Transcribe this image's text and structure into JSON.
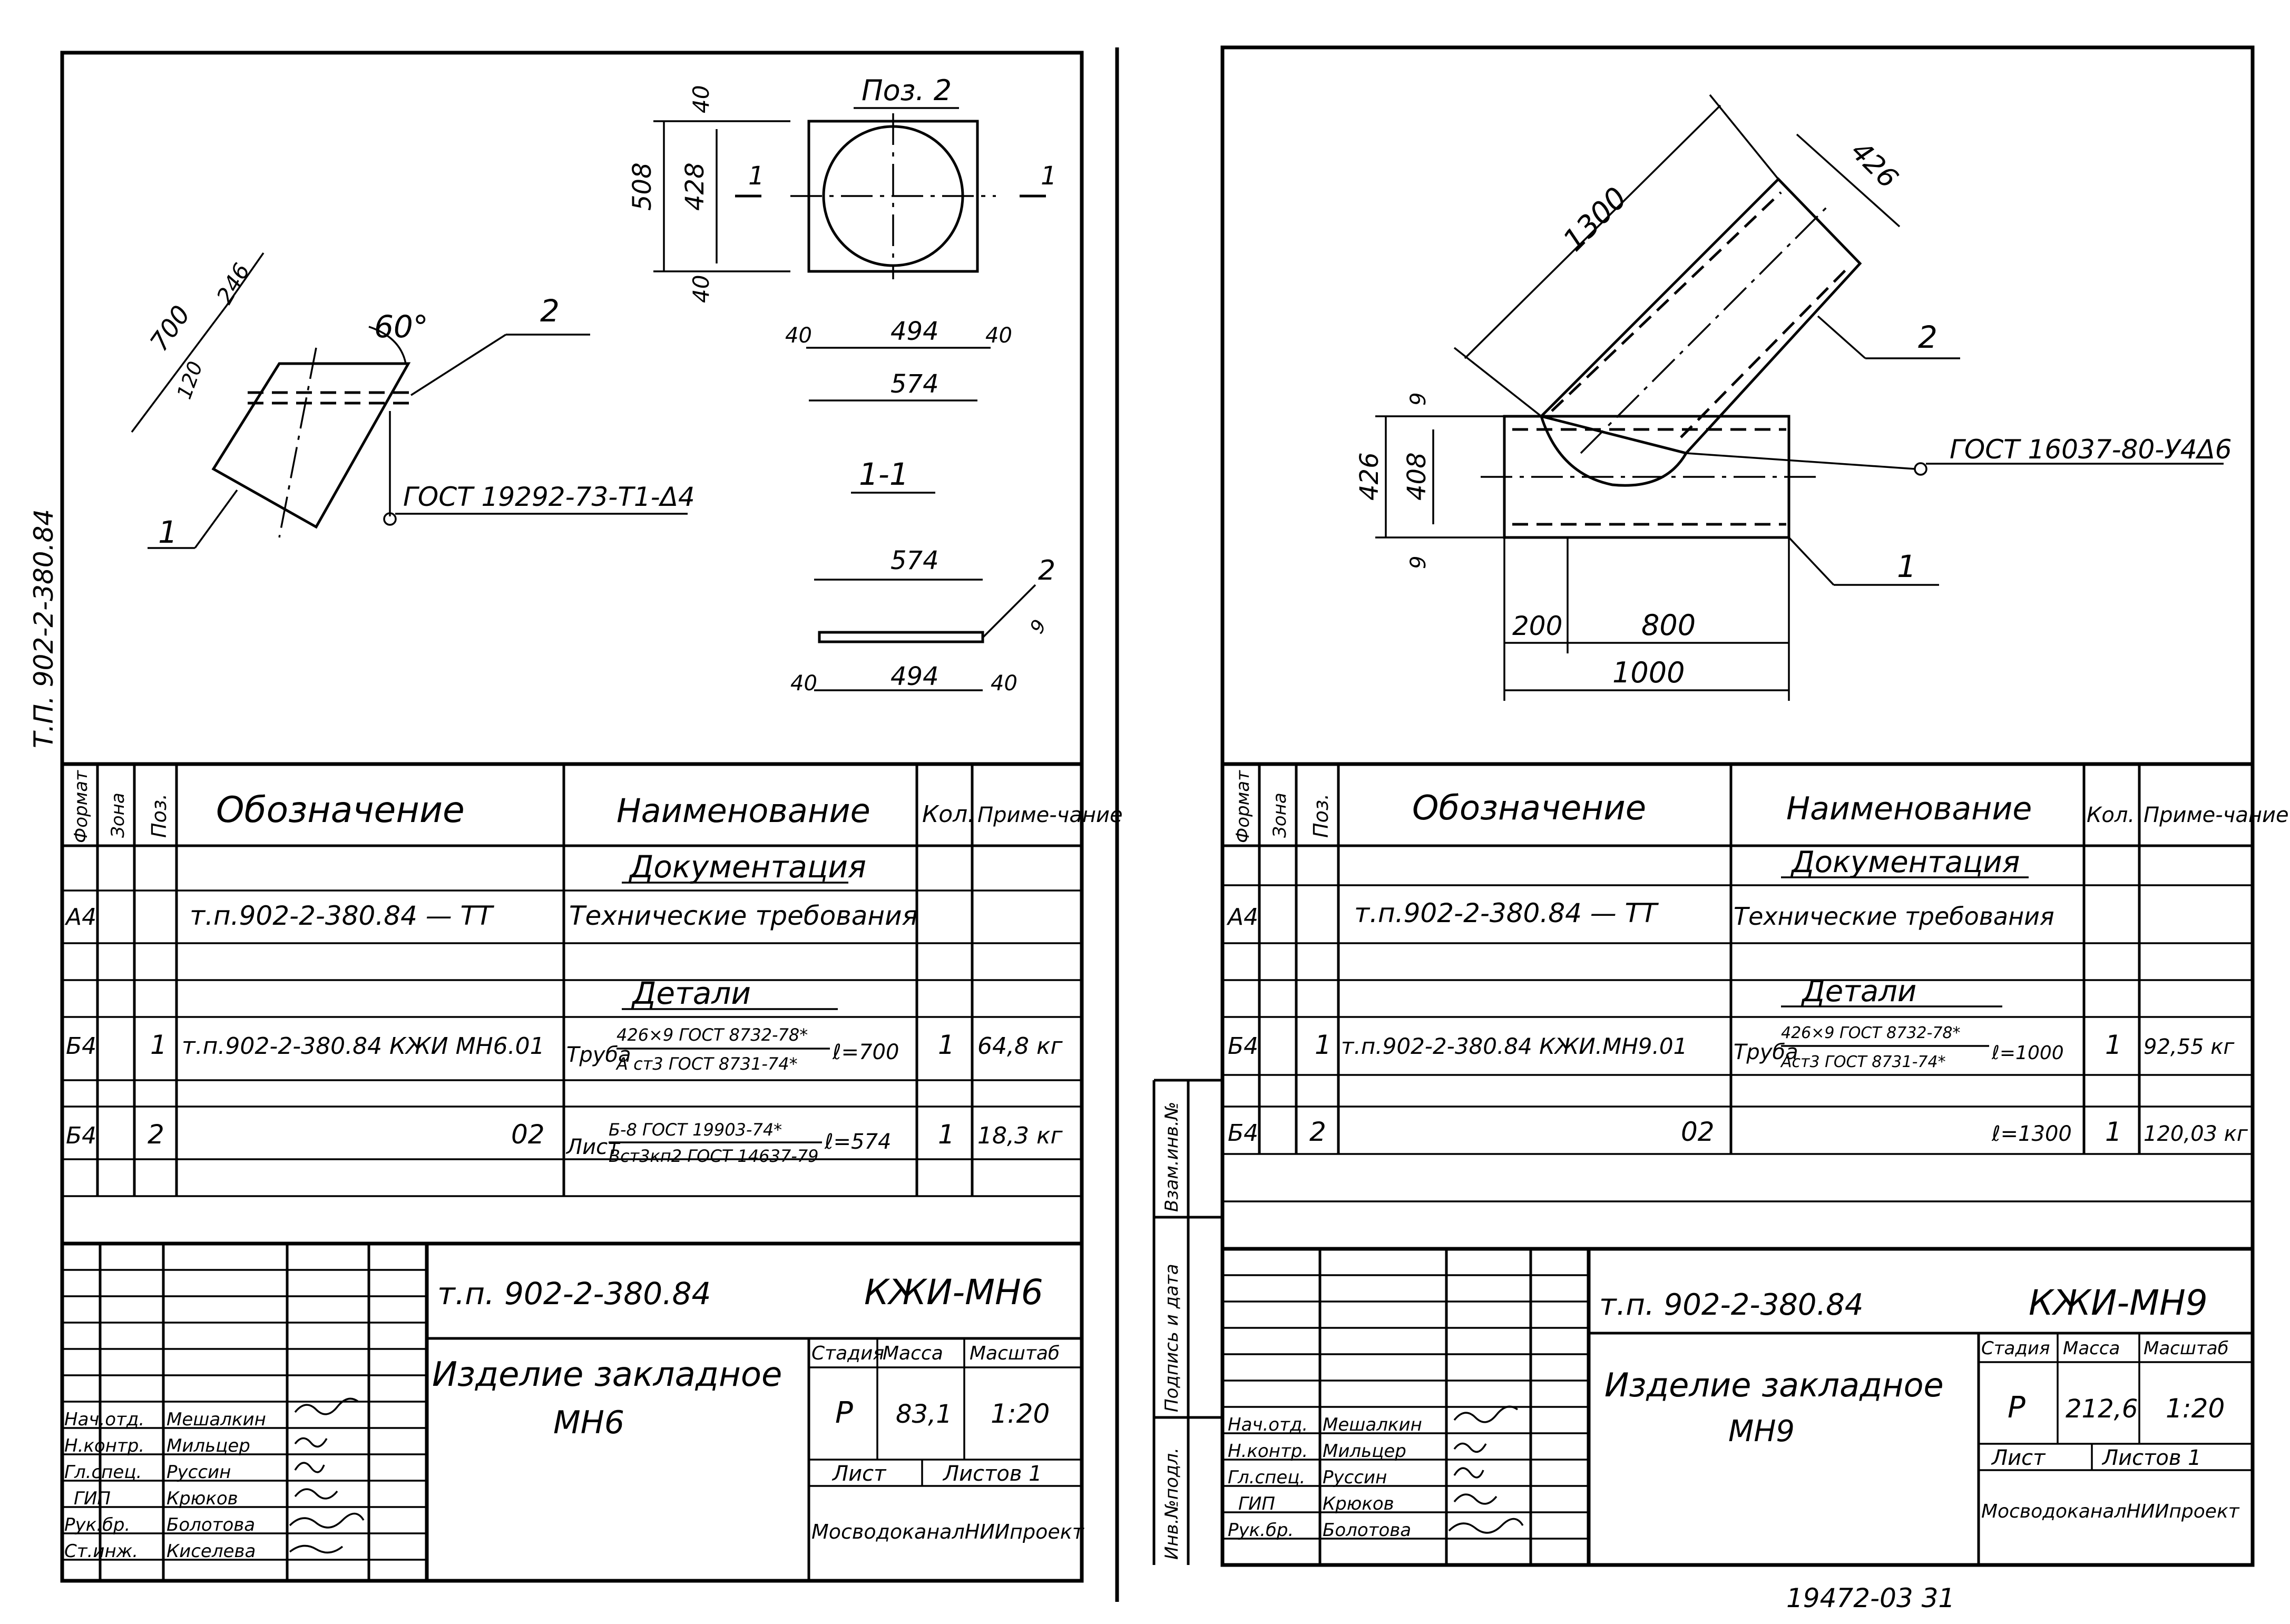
{
  "side_note": "Т.П. 902-2-380.84",
  "bottom_note": "19472-03 31",
  "left_sheet": {
    "drawing": {
      "pos_label": "Поз. 2",
      "section_label": "1-1",
      "section_mark": "1",
      "dim_700": "700",
      "dim_246": "246",
      "dim_120": "120",
      "angle": "60°",
      "leader_1": "1",
      "leader_2": "2",
      "weld_note": "ГОСТ 19292-73-Т1-Δ4",
      "dim_508": "508",
      "dim_428": "428",
      "dim_40": "40",
      "dim_494": "494",
      "dim_574": "574",
      "dim_9": "9"
    },
    "spec": {
      "headers": {
        "format": "Формат",
        "zone": "Зона",
        "pos": "Поз.",
        "designation": "Обозначение",
        "name": "Наименование",
        "qty": "Кол.",
        "note": "Приме-чание"
      },
      "section_docs": "Документация",
      "section_details": "Детали",
      "rows": [
        {
          "format": "А4",
          "pos": "",
          "designation": "т.п.902-2-380.84 — ТТ",
          "name": "Технические требования",
          "qty": "",
          "note": ""
        },
        {
          "format": "Б4",
          "pos": "1",
          "designation": "т.п.902-2-380.84 КЖИ МН6.01",
          "name_main": "Труба",
          "name_top": "426×9 ГОСТ 8732-78*",
          "name_bottom": "А ст3 ГОСТ 8731-74*",
          "name_len": "ℓ=700",
          "qty": "1",
          "note": "64,8 кг"
        },
        {
          "format": "Б4",
          "pos": "2",
          "designation": "02",
          "name_main": "Лист",
          "name_top": "Б-8 ГОСТ 19903-74*",
          "name_bottom": "Вст3кп2 ГОСТ 14637-79",
          "name_len": "ℓ=574",
          "qty": "1",
          "note": "18,3 кг"
        }
      ]
    },
    "title_block": {
      "doc_code": "т.п. 902-2-380.84",
      "mark": "КЖИ-МН6",
      "title_line1": "Изделие закладное",
      "title_line2": "МН6",
      "stage_h": "Стадия",
      "mass_h": "Масса",
      "scale_h": "Масштаб",
      "stage": "Р",
      "mass": "83,1",
      "scale": "1:20",
      "sheet_label": "Лист",
      "sheets_label": "Листов 1",
      "org": "МосводоканалНИИпроект",
      "roles": [
        {
          "role": "Нач.отд.",
          "name": "Мешалкин"
        },
        {
          "role": "Н.контр.",
          "name": "Мильцер"
        },
        {
          "role": "Гл.спец.",
          "name": "Руссин"
        },
        {
          "role": "ГИП",
          "name": "Крюков"
        },
        {
          "role": "Рук.бр.",
          "name": "Болотова"
        },
        {
          "role": "Ст.инж.",
          "name": "Киселева"
        }
      ]
    }
  },
  "right_sheet": {
    "drawing": {
      "dim_1300": "1300",
      "dim_426": "426",
      "dim_408": "408",
      "dim_9": "9",
      "dim_200": "200",
      "dim_800": "800",
      "dim_1000": "1000",
      "leader_1": "1",
      "leader_2": "2",
      "weld_note": "ГОСТ 16037-80-У4Δ6"
    },
    "spec": {
      "headers": {
        "format": "Формат",
        "zone": "Зона",
        "pos": "Поз.",
        "designation": "Обозначение",
        "name": "Наименование",
        "qty": "Кол.",
        "note": "Приме-чание"
      },
      "section_docs": "Документация",
      "section_details": "Детали",
      "rows": [
        {
          "format": "А4",
          "pos": "",
          "designation": "т.п.902-2-380.84 — ТТ",
          "name": "Технические требования",
          "qty": "",
          "note": ""
        },
        {
          "format": "Б4",
          "pos": "1",
          "designation": "т.п.902-2-380.84 КЖИ.МН9.01",
          "name_main": "Труба",
          "name_top": "426×9 ГОСТ 8732-78*",
          "name_bottom": "Аст3 ГОСТ 8731-74*",
          "name_len": "ℓ=1000",
          "qty": "1",
          "note": "92,55 кг"
        },
        {
          "format": "Б4",
          "pos": "2",
          "designation": "02",
          "name_len": "ℓ=1300",
          "qty": "1",
          "note": "120,03 кг"
        }
      ]
    },
    "stamp_cols": [
      "Взам.инв.№",
      "Подпись и дата",
      "Инв.№подл."
    ],
    "title_block": {
      "doc_code": "т.п. 902-2-380.84",
      "mark": "КЖИ-МН9",
      "title_line1": "Изделие закладное",
      "title_line2": "МН9",
      "stage_h": "Стадия",
      "mass_h": "Масса",
      "scale_h": "Масштаб",
      "stage": "Р",
      "mass": "212,6",
      "scale": "1:20",
      "sheet_label": "Лист",
      "sheets_label": "Листов 1",
      "org": "МосводоканалНИИпроект",
      "roles": [
        {
          "role": "Нач.отд.",
          "name": "Мешалкин"
        },
        {
          "role": "Н.контр.",
          "name": "Мильцер"
        },
        {
          "role": "Гл.спец.",
          "name": "Руссин"
        },
        {
          "role": "ГИП",
          "name": "Крюков"
        },
        {
          "role": "Рук.бр.",
          "name": "Болотова"
        }
      ]
    }
  }
}
